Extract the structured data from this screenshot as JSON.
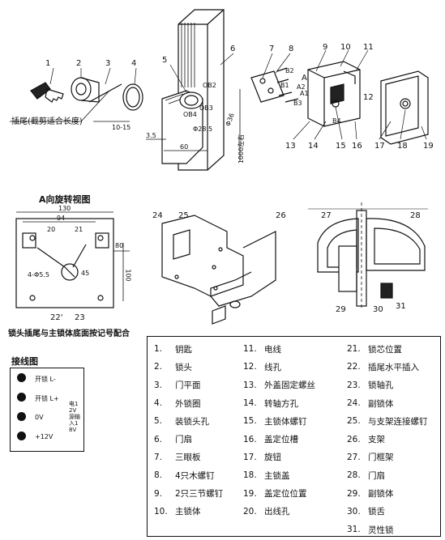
{
  "callouts": {
    "top": [
      "1",
      "2",
      "3",
      "4",
      "5",
      "6",
      "7",
      "8",
      "9",
      "10",
      "11",
      "12",
      "13",
      "14",
      "15",
      "16",
      "17",
      "18",
      "19"
    ],
    "mid": [
      "24",
      "25",
      "26",
      "27",
      "28",
      "29",
      "30",
      "31"
    ],
    "left": [
      "20",
      "21",
      "22'",
      "23"
    ]
  },
  "annotations": {
    "tail_note": "插尾(截剪适合长度)",
    "dim_10_15": "10-15",
    "dim_3_5": "3.5",
    "dim_60": "60",
    "dim_phi": "Φ28.5",
    "dim_phi2": "Φ36",
    "dim_1000": "1000左右",
    "label_A": "A",
    "b1": "B1",
    "b2": "B2",
    "b3": "B3",
    "b4": "B4",
    "a1": "A1",
    "a2": "A2",
    "ob2": "OB2",
    "ob3": "OB3",
    "ob4": "OB4"
  },
  "rotated_view": {
    "title": "A向旋转视图",
    "dims": [
      "130",
      "94",
      "20",
      "21",
      "80",
      "100",
      "4-Φ5.5",
      "45"
    ],
    "caption": "锁头插尾与主锁体底面按记号配合"
  },
  "wiring": {
    "title": "接线图",
    "terminals": [
      "开锁 L-",
      "开锁 L+",
      "0V",
      "+12V"
    ],
    "side_note": "电12V源输入18V"
  },
  "legend": {
    "col1": [
      {
        "n": "1.",
        "t": "钥匙"
      },
      {
        "n": "2.",
        "t": "锁头"
      },
      {
        "n": "3.",
        "t": "门平面"
      },
      {
        "n": "4.",
        "t": "外锁圈"
      },
      {
        "n": "5.",
        "t": "装锁头孔"
      },
      {
        "n": "6.",
        "t": "门扇"
      },
      {
        "n": "7.",
        "t": "三眼板"
      },
      {
        "n": "8.",
        "t": "4只木螺钉"
      },
      {
        "n": "9.",
        "t": "2只三节螺钉"
      },
      {
        "n": "10.",
        "t": "主锁体"
      }
    ],
    "col2": [
      {
        "n": "11.",
        "t": "电线"
      },
      {
        "n": "12.",
        "t": "线孔"
      },
      {
        "n": "13.",
        "t": "外盖固定螺丝"
      },
      {
        "n": "14.",
        "t": "转轴方孔"
      },
      {
        "n": "15.",
        "t": "主锁体螺钉"
      },
      {
        "n": "16.",
        "t": "盖定位槽"
      },
      {
        "n": "17.",
        "t": "旋钮"
      },
      {
        "n": "18.",
        "t": "主锁盖"
      },
      {
        "n": "19.",
        "t": "盖定位位置"
      },
      {
        "n": "20.",
        "t": "出线孔"
      }
    ],
    "col3": [
      {
        "n": "21.",
        "t": "锁芯位置"
      },
      {
        "n": "22.",
        "t": "插尾水平插入"
      },
      {
        "n": "23.",
        "t": "锁轴孔"
      },
      {
        "n": "24.",
        "t": "副锁体"
      },
      {
        "n": "25.",
        "t": "与支架连接螺钉"
      },
      {
        "n": "26.",
        "t": "支架"
      },
      {
        "n": "27.",
        "t": "门框架"
      },
      {
        "n": "28.",
        "t": "门扇"
      },
      {
        "n": "29.",
        "t": "副锁体"
      },
      {
        "n": "30.",
        "t": "锁舌"
      },
      {
        "n": "31.",
        "t": "灵性锁"
      }
    ]
  }
}
